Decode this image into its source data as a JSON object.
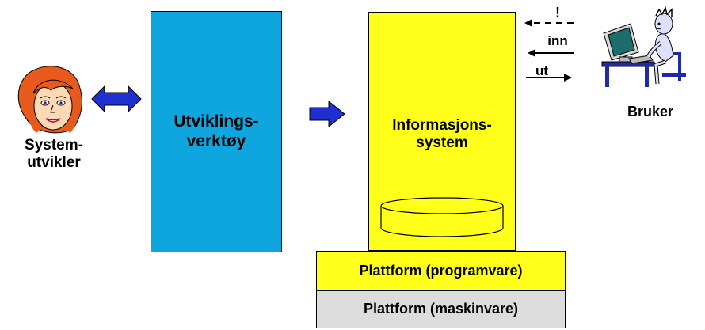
{
  "developer": {
    "label_line1": "System-",
    "label_line2": "utvikler",
    "icon": "woman-face-icon"
  },
  "tool": {
    "label_line1": "Utviklings-",
    "label_line2": "verktøy",
    "color": "#0FA6E0"
  },
  "info_system": {
    "label_line1": "Informasjons-",
    "label_line2": "system",
    "color": "#FFFF1A",
    "database_icon": "database-cylinder-icon"
  },
  "platform_software": {
    "label": "Plattform (programvare)",
    "color": "#FFFF1A"
  },
  "platform_hardware": {
    "label": "Plattform (maskinvare)",
    "color": "#DCDCDC"
  },
  "user": {
    "label": "Bruker",
    "icon": "user-at-computer-icon"
  },
  "io": {
    "exclaim": "!",
    "in": "inn",
    "out": "ut"
  },
  "arrow_color": "#1F2FD0"
}
